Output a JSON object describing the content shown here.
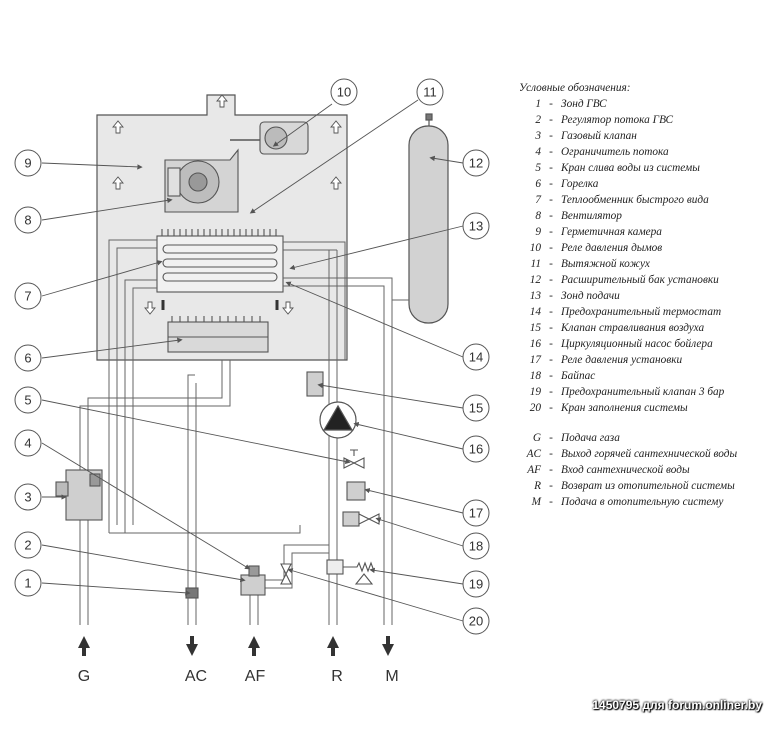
{
  "callouts": [
    "1",
    "2",
    "3",
    "4",
    "5",
    "6",
    "7",
    "8",
    "9",
    "10",
    "11",
    "12",
    "13",
    "14",
    "15",
    "16",
    "17",
    "18",
    "19",
    "20"
  ],
  "connections": [
    "G",
    "AC",
    "AF",
    "R",
    "M"
  ],
  "legend": {
    "title": "Условные обозначения:",
    "items": [
      {
        "code": "1",
        "text": "Зонд ГВС"
      },
      {
        "code": "2",
        "text": "Регулятор потока ГВС"
      },
      {
        "code": "3",
        "text": "Газовый клапан"
      },
      {
        "code": "4",
        "text": "Ограничитель потока"
      },
      {
        "code": "5",
        "text": "Кран слива воды из системы"
      },
      {
        "code": "6",
        "text": "Горелка"
      },
      {
        "code": "7",
        "text": "Теплообменник быстрого вида"
      },
      {
        "code": "8",
        "text": "Вентилятор"
      },
      {
        "code": "9",
        "text": "Герметичная камера"
      },
      {
        "code": "10",
        "text": "Реле давления дымов"
      },
      {
        "code": "11",
        "text": "Вытяжной кожух"
      },
      {
        "code": "12",
        "text": "Расширительный бак установки"
      },
      {
        "code": "13",
        "text": "Зонд подачи"
      },
      {
        "code": "14",
        "text": "Предохранительный термостат"
      },
      {
        "code": "15",
        "text": "Клапан стравливания воздуха"
      },
      {
        "code": "16",
        "text": "Циркуляционный насос бойлера"
      },
      {
        "code": "17",
        "text": "Реле давления установки"
      },
      {
        "code": "18",
        "text": "Байпас"
      },
      {
        "code": "19",
        "text": "Предохранительный клапан 3 бар"
      },
      {
        "code": "20",
        "text": "Кран заполнения системы"
      }
    ],
    "connections": [
      {
        "code": "G",
        "text": "Подача газа"
      },
      {
        "code": "AC",
        "text": "Выход горячей сантехнической воды"
      },
      {
        "code": "AF",
        "text": "Вход сантехнической воды"
      },
      {
        "code": "R",
        "text": "Возврат из отопительной системы"
      },
      {
        "code": "M",
        "text": "Подача в отопительную систему"
      }
    ]
  },
  "watermark": "1450795 для forum.onliner.by"
}
